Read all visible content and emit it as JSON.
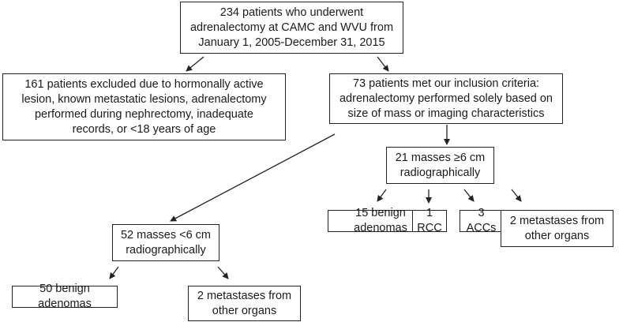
{
  "nodes": {
    "root": {
      "lines": [
        "234 patients who underwent",
        "adrenalectomy at CAMC and WVU from",
        "January 1, 2005-December 31, 2015"
      ]
    },
    "excluded": {
      "lines": [
        "161 patients excluded due to hormonally active",
        "lesion, known metastatic lesions, adrenalectomy",
        "performed during nephrectomy, inadequate",
        "records, or <18 years of age"
      ]
    },
    "included": {
      "lines": [
        "73 patients met our inclusion criteria:",
        "adrenalectomy performed solely based on",
        "size of mass or imaging characteristics"
      ]
    },
    "large_masses": {
      "lines": [
        "21 masses ≥6 cm",
        "radiographically"
      ]
    },
    "small_masses": {
      "lines": [
        "52 masses <6 cm",
        "radiographically"
      ]
    },
    "large_benign": {
      "lines": [
        "15 benign adenomas"
      ]
    },
    "large_rcc": {
      "lines": [
        "1 RCC"
      ]
    },
    "large_acc": {
      "lines": [
        "3 ACCs"
      ]
    },
    "large_mets": {
      "lines": [
        "2 metastases from",
        "other organs"
      ]
    },
    "small_benign": {
      "lines": [
        "50 benign adenomas"
      ]
    },
    "small_mets": {
      "lines": [
        "2 metastases from",
        "other organs"
      ]
    }
  }
}
